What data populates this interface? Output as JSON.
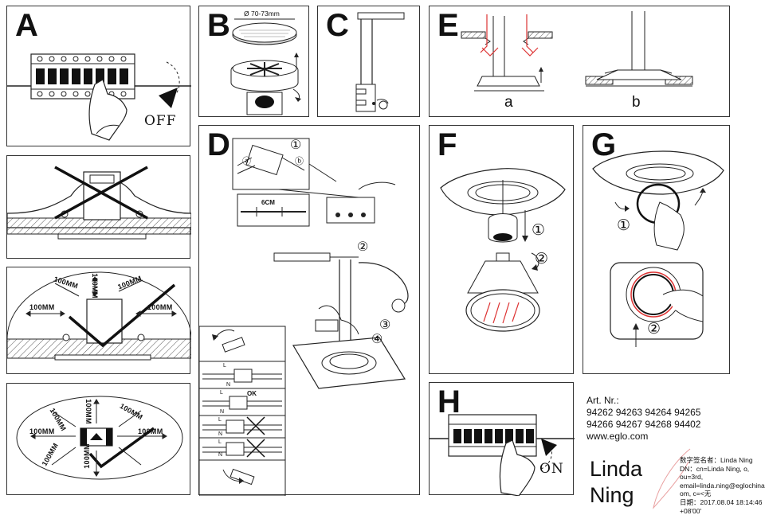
{
  "panels": {
    "a": {
      "letter": "A",
      "caption": "OFF"
    },
    "b": {
      "letter": "B",
      "diameter": "Ø 70-73mm"
    },
    "c": {
      "letter": "C"
    },
    "d": {
      "letter": "D",
      "dimension": "6CM",
      "step1": "①",
      "step2": "②",
      "step3": "③",
      "step4": "④",
      "sub_a": "ⓐ",
      "sub_b": "ⓑ",
      "ok": "OK",
      "l1": "L",
      "n1": "N",
      "l2": "L",
      "n2": "N",
      "l3": "L",
      "n3": "N",
      "l4": "L",
      "n4": "N"
    },
    "e": {
      "letter": "E",
      "sub_a": "a",
      "sub_b": "b"
    },
    "f": {
      "letter": "F",
      "step1": "①",
      "step2": "②"
    },
    "g": {
      "letter": "G",
      "step1": "①",
      "step2": "②"
    },
    "h": {
      "letter": "H",
      "caption": "ON"
    }
  },
  "clearances": {
    "panel3": {
      "top_left": "100MM",
      "top_mid": "100MM",
      "top_right": "100MM",
      "left": "100MM",
      "right": "100MM"
    },
    "panel4": {
      "top": "100MM",
      "top_left": "100MM",
      "left": "100MM",
      "right": "100MM",
      "bottom_left": "100MM",
      "bottom": "100MM",
      "bottom_right": "100MM"
    }
  },
  "product": {
    "art_label": "Art. Nr.:",
    "numbers_line1": "94262 94263 94264 94265",
    "numbers_line2": "94266 94267 94268 94402",
    "website": "www.eglo.com"
  },
  "signature": {
    "name_line1": "Linda",
    "name_line2": "Ning",
    "lines": [
      "数字签名者：Linda Ning",
      "DN：cn=Linda Ning, o,",
      "ou=3rd,",
      "email=linda.ning@eglochina.c",
      "om, c=<无",
      "日期：2017.08.04 18:14:46",
      "+08'00'"
    ]
  }
}
